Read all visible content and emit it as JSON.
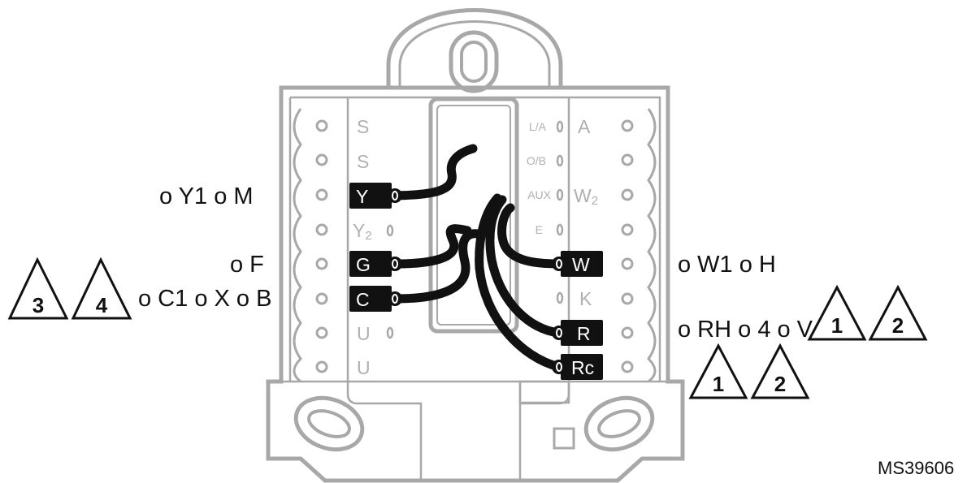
{
  "colors": {
    "outline": "#a8a8a8",
    "wire": "#111111",
    "terminal_text_dim": "#b0b0b0",
    "label_text": "#111111"
  },
  "left_terminals": [
    "S",
    "S",
    "Y",
    "Y2",
    "G",
    "C",
    "U",
    "U"
  ],
  "left_terminal_subscript": "2",
  "right_terminals_small": [
    "L/A",
    "O/B",
    "AUX",
    "E"
  ],
  "right_terminals_large": [
    "A",
    "W2",
    "W",
    "K",
    "R",
    "Rc"
  ],
  "right_terminal_subscript": "2",
  "side_labels": {
    "y": "o Y1 o M",
    "f": "o F",
    "c": "o C1 o X o B",
    "w": "o W1 o H",
    "r": "o RH o 4 o V"
  },
  "warnings": {
    "left_a": "3",
    "left_b": "4",
    "right_top_a": "1",
    "right_top_b": "2",
    "right_bottom_a": "1",
    "right_bottom_b": "2"
  },
  "figure_id": "MS39606"
}
